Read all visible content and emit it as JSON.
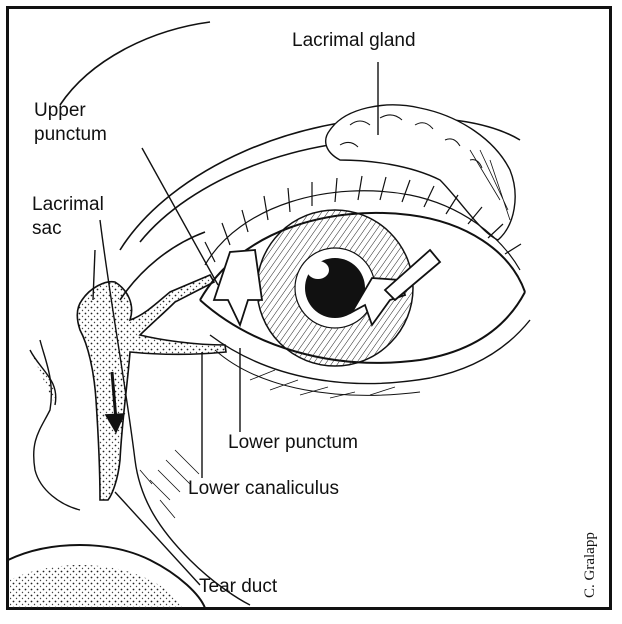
{
  "labels": {
    "lacrimal_gland": "Lacrimal gland",
    "upper_punctum_line1": "Upper",
    "upper_punctum_line2": "punctum",
    "lacrimal_sac_line1": "Lacrimal",
    "lacrimal_sac_line2": "sac",
    "lower_punctum": "Lower punctum",
    "lower_canaliculus": "Lower canaliculus",
    "tear_duct": "Tear duct"
  },
  "credit": "C. Gralapp",
  "colors": {
    "ink": "#111111",
    "paper": "#ffffff",
    "stipple": "#e6e6e6"
  }
}
